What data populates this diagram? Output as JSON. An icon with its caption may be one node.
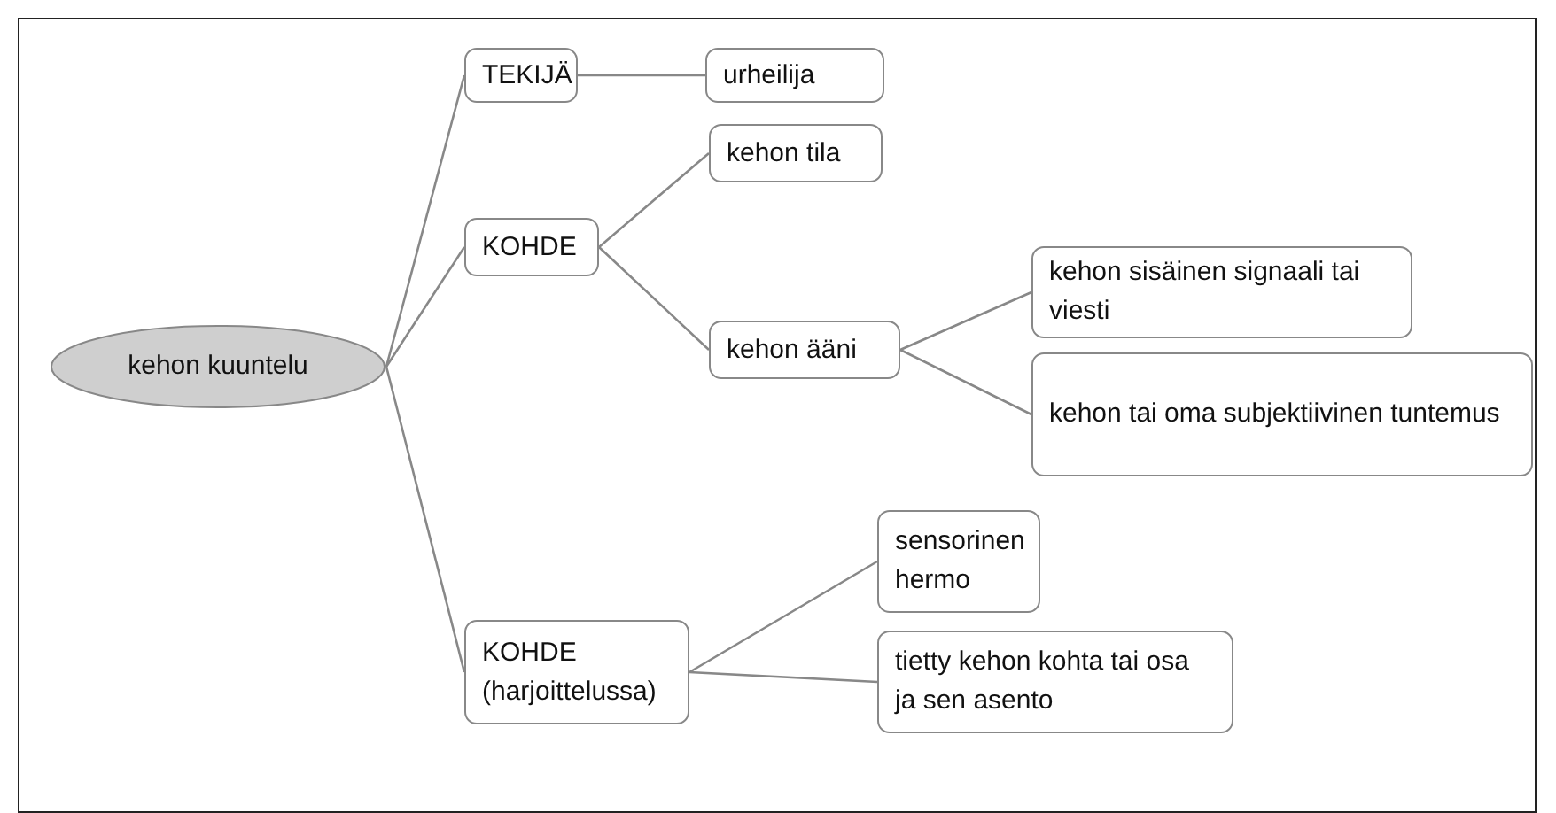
{
  "diagram": {
    "nodes": [
      {
        "text": [
          "kehon kuuntelu"
        ]
      },
      {
        "text": [
          "TEKIJÄ"
        ]
      },
      {
        "text": [
          "urheilija"
        ]
      },
      {
        "text": [
          "KOHDE"
        ]
      },
      {
        "text": [
          "kehon tila"
        ]
      },
      {
        "text": [
          "kehon ääni"
        ]
      },
      {
        "text": [
          "kehon sisäinen signaali tai viesti"
        ]
      },
      {
        "text": [
          "kehon tai oma subjektiivinen tuntemus"
        ]
      },
      {
        "text": [
          "KOHDE (harjoittelussa)"
        ]
      },
      {
        "text": [
          "sensorinen hermo"
        ]
      },
      {
        "text": [
          "tietty kehon kohta tai osa ja sen asento"
        ]
      }
    ],
    "edges": [
      {
        "from": 0,
        "to": 1,
        "arrow": "none"
      },
      {
        "from": 1,
        "to": 2,
        "arrow": "none"
      },
      {
        "from": 0,
        "to": 3,
        "arrow": "none"
      },
      {
        "from": 3,
        "to": 4,
        "arrow": "none"
      },
      {
        "from": 3,
        "to": 5,
        "arrow": "none"
      },
      {
        "from": 5,
        "to": 6,
        "arrow": "none"
      },
      {
        "from": 5,
        "to": 7,
        "arrow": "none"
      },
      {
        "from": 0,
        "to": 8,
        "arrow": "none"
      },
      {
        "from": 8,
        "to": 9,
        "arrow": "none"
      },
      {
        "from": 8,
        "to": 10,
        "arrow": "none"
      }
    ]
  }
}
